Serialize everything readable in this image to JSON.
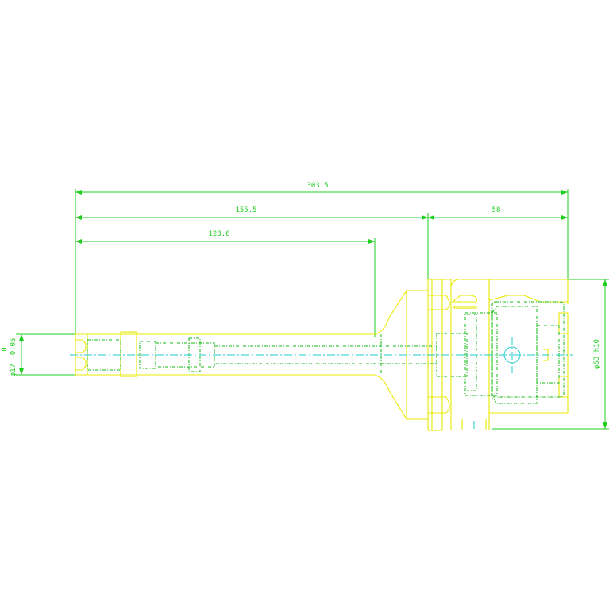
{
  "drawing": {
    "dimensions": {
      "overall_length": "303.5",
      "length_to_flange": "155.5",
      "reach": "123.6",
      "flange_length": "58",
      "shank_diameter": "φ63 h10",
      "tip_diameter": "φ17 -0.05",
      "tip_tolerance_upper": "0"
    }
  },
  "colors": {
    "dimension": "#1fcf1f",
    "outline": "#e8e800",
    "hidden": "#11bb11",
    "centerline": "#22cccc"
  }
}
